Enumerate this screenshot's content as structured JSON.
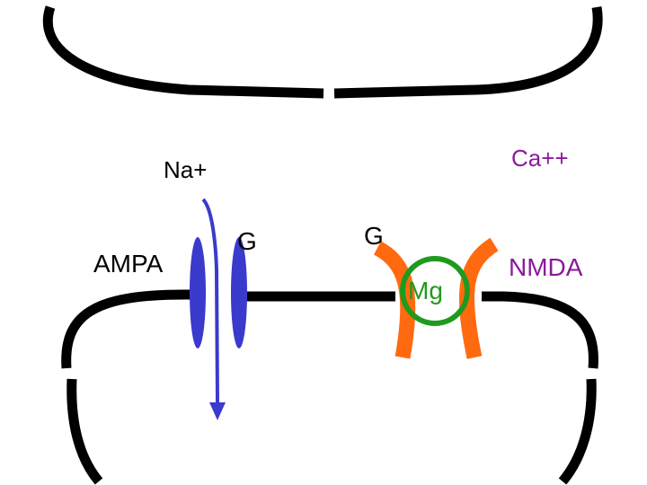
{
  "labels": {
    "na": "Na+",
    "ca": "Ca++",
    "ampa": "AMPA",
    "nmda": "NMDA",
    "glutamate_ampa": "G",
    "glutamate_nmda": "G",
    "magnesium": "Mg"
  },
  "icons": {
    "na_flow": "arrow-down-icon"
  },
  "colors": {
    "membrane": "#000000",
    "ampa_channel": "#3a3acc",
    "na_arrow": "#3a3acc",
    "nmda_channel": "#ff6a10",
    "mg_block": "#1f9a1f",
    "label_default": "#000000",
    "label_ca": "#8a1a9a",
    "label_nmda": "#8a1a9a",
    "label_mg": "#1f9a1f"
  }
}
